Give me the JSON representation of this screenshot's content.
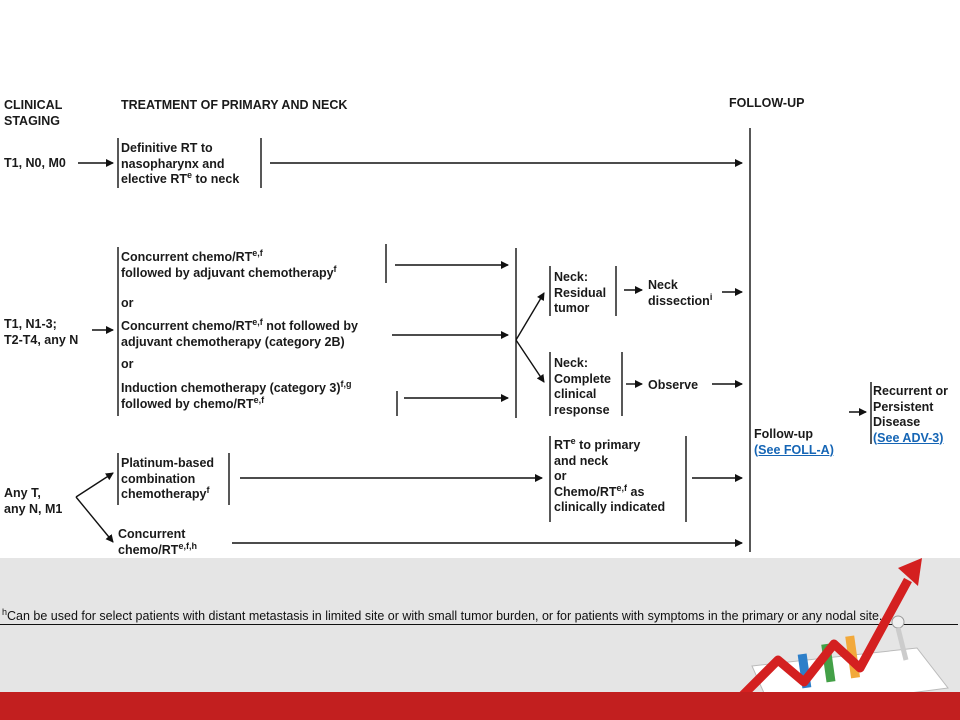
{
  "headers": {
    "clinical_staging": [
      "CLINICAL",
      "STAGING"
    ],
    "treatment": "TREATMENT OF PRIMARY AND NECK",
    "follow_up": "FOLLOW-UP"
  },
  "row1": {
    "stage": "T1, N0, M0",
    "treatment": [
      "Definitive RT to",
      "nasopharynx and",
      "elective RT"
    ],
    "treatment_sup": "e",
    "treatment_tail": " to neck"
  },
  "row2": {
    "stage": [
      "T1, N1-3;",
      "T2-T4, any N"
    ],
    "opt1_line1": "Concurrent chemo/RT",
    "opt1_line1_sup": "e,f",
    "opt1_line2": "followed by adjuvant chemotherapy",
    "opt1_line2_sup": "f",
    "or1": "or",
    "opt2_line1a": "Concurrent chemo/RT",
    "opt2_line1_sup": "e,f",
    "opt2_line1b": " not followed by",
    "opt2_line2": "adjuvant chemotherapy (category 2B)",
    "or2": "or",
    "opt3_line1": "Induction chemotherapy (category 3)",
    "opt3_line1_sup": "f,g",
    "opt3_line2": "followed by chemo/RT",
    "opt3_line2_sup": "e,f",
    "neck_residual": [
      "Neck:",
      "Residual",
      "tumor"
    ],
    "neck_dissection": [
      "Neck",
      "dissection"
    ],
    "neck_dissection_sup": "i",
    "neck_complete": [
      "Neck:",
      "Complete",
      "clinical",
      "response"
    ],
    "observe": "Observe"
  },
  "row3": {
    "stage": [
      "Any T,",
      "any N, M1"
    ],
    "platinum": [
      "Platinum-based",
      "combination",
      "chemotherapy"
    ],
    "platinum_sup": "f",
    "rt_line1a": "RT",
    "rt_line1_sup": "e",
    "rt_line1b": " to primary",
    "rt_line2": "and neck",
    "rt_or": "or",
    "rt_line4a": "Chemo/RT",
    "rt_line4_sup": "e,f",
    "rt_line4b": " as",
    "rt_line5": "clinically indicated",
    "concurrent_line1": "Concurrent",
    "concurrent_line2": "chemo/RT",
    "concurrent_sup": "e,f,h"
  },
  "followup": {
    "label": "Follow-up",
    "link": "(See FOLL-A)"
  },
  "recurrent": {
    "lines": [
      "Recurrent or",
      "Persistent",
      "Disease"
    ],
    "link": "(See ADV-3)"
  },
  "footnote": {
    "marker": "h",
    "text": "Can be used for select patients with distant metastasis in limited site or with small tumor burden, or for patients with symptoms in the primary or any nodal site."
  }
}
